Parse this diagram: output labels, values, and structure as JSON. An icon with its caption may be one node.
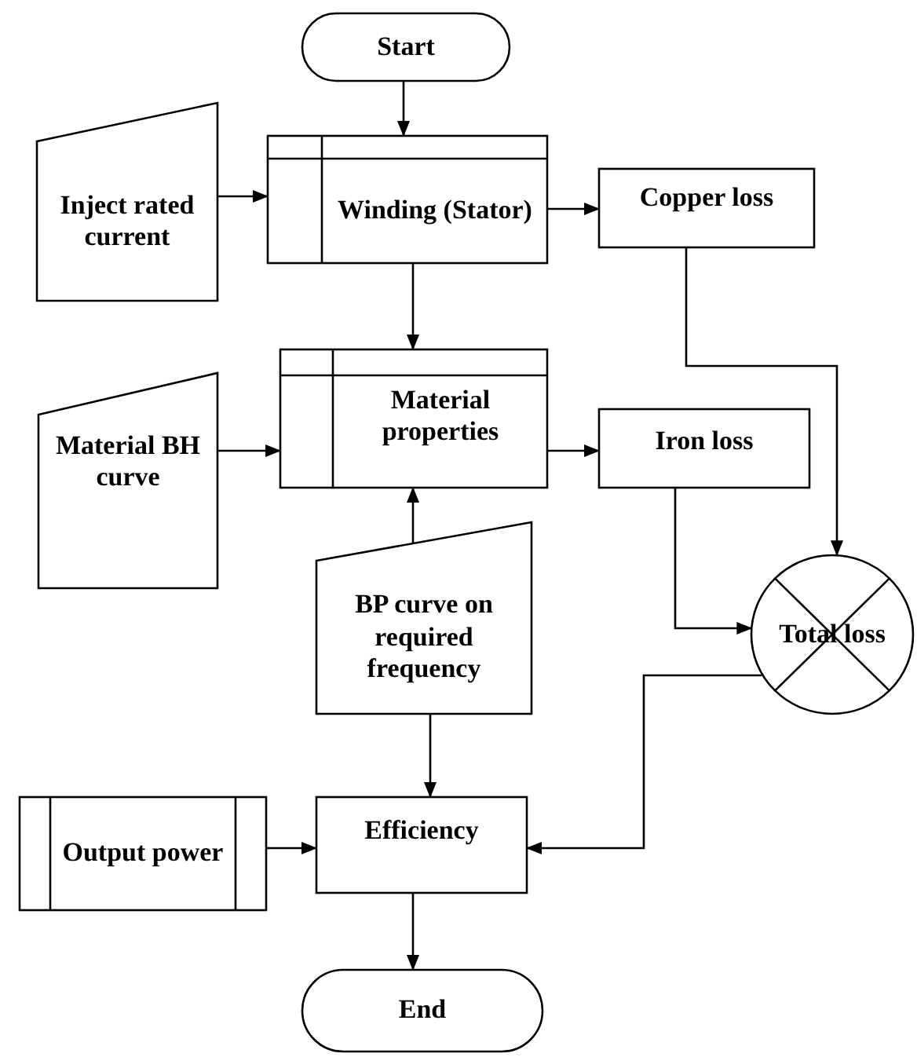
{
  "diagram": {
    "nodes": [
      {
        "text": [
          "Start"
        ]
      },
      {
        "text": [
          "Inject rated current"
        ]
      },
      {
        "text": [
          "Winding (Stator)"
        ]
      },
      {
        "text": [
          "Copper loss"
        ]
      },
      {
        "text": [
          "Material BH curve"
        ]
      },
      {
        "text": [
          "Material properties"
        ]
      },
      {
        "text": [
          "Iron loss"
        ]
      },
      {
        "text": [
          "Total loss"
        ]
      },
      {
        "text": [
          "BP curve on required frequency"
        ]
      },
      {
        "text": [
          "Output power"
        ]
      },
      {
        "text": [
          "Efficiency"
        ]
      },
      {
        "text": [
          "End"
        ]
      }
    ],
    "edges": [
      {
        "from": 0,
        "to": 2,
        "arrow": "to"
      },
      {
        "from": 1,
        "to": 2,
        "arrow": "to"
      },
      {
        "from": 2,
        "to": 3,
        "arrow": "to"
      },
      {
        "from": 2,
        "to": 5,
        "arrow": "to"
      },
      {
        "from": 4,
        "to": 5,
        "arrow": "to"
      },
      {
        "from": 5,
        "to": 6,
        "arrow": "to"
      },
      {
        "from": 8,
        "to": 5,
        "arrow": "to"
      },
      {
        "from": 3,
        "to": 7,
        "arrow": "to"
      },
      {
        "from": 6,
        "to": 7,
        "arrow": "to"
      },
      {
        "from": 7,
        "to": 10,
        "arrow": "to"
      },
      {
        "from": 8,
        "to": 10,
        "arrow": "to"
      },
      {
        "from": 9,
        "to": 10,
        "arrow": "to"
      },
      {
        "from": 10,
        "to": 11,
        "arrow": "to"
      }
    ]
  }
}
